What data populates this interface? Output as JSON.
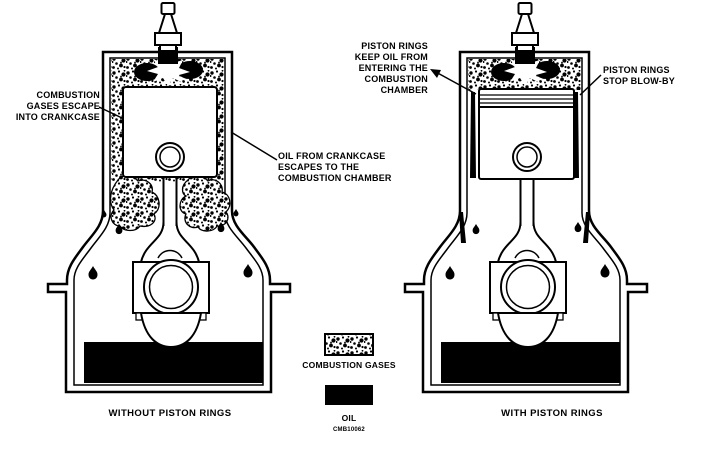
{
  "figure": {
    "title_implicit": "Piston rings comparison diagram",
    "colors": {
      "ink": "#000000",
      "paper": "#ffffff"
    },
    "left_engine": {
      "caption": "WITHOUT PISTON RINGS",
      "label_combustion_gases": "COMBUSTION\nGASES ESCAPE\nINTO CRANKCASE",
      "label_oil_escape": "OIL FROM CRANKCASE\nESCAPES TO THE\nCOMBUSTION CHAMBER"
    },
    "right_engine": {
      "caption": "WITH PISTON RINGS",
      "label_rings_keep_oil": "PISTON RINGS\nKEEP OIL FROM\nENTERING THE\nCOMBUSTION\nCHAMBER",
      "label_rings_blowby": "PISTON RINGS\nSTOP BLOW-BY"
    },
    "legend": {
      "combustion_gases": "COMBUSTION GASES",
      "oil": "OIL",
      "figure_code": "CMB10062"
    }
  }
}
